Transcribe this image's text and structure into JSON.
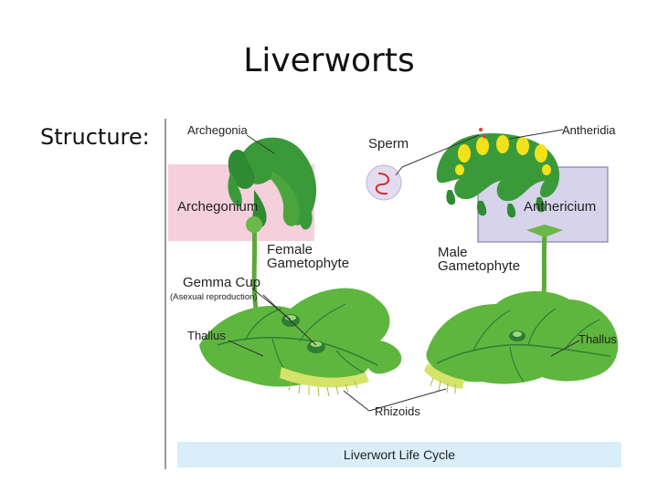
{
  "slide": {
    "title": "Liverworts",
    "side_label": "Structure:"
  },
  "diagram": {
    "labels": {
      "archegonia": "Archegonia",
      "sperm": "Sperm",
      "antheridia": "Antheridia",
      "archegonium": "Archegonium",
      "anthericium": "Anthericium",
      "female_gametophyte": "Female\nGametophyte",
      "male_gametophyte": "Male\nGametophyte",
      "gemma_cup": "Gemma Cup",
      "asexual": "(Asexual reproduction)",
      "thallus_left": "Thallus",
      "thallus_right": "Thallus",
      "rhizoids": "Rhizoids"
    },
    "caption": "Liverwort Life Cycle",
    "colors": {
      "female_box": "#f6cfdc",
      "male_box": "#d6d3ea",
      "leaf_dark": "#3a9a3a",
      "leaf_light": "#7cc84a",
      "caption_bg": "#d9eef9"
    }
  }
}
